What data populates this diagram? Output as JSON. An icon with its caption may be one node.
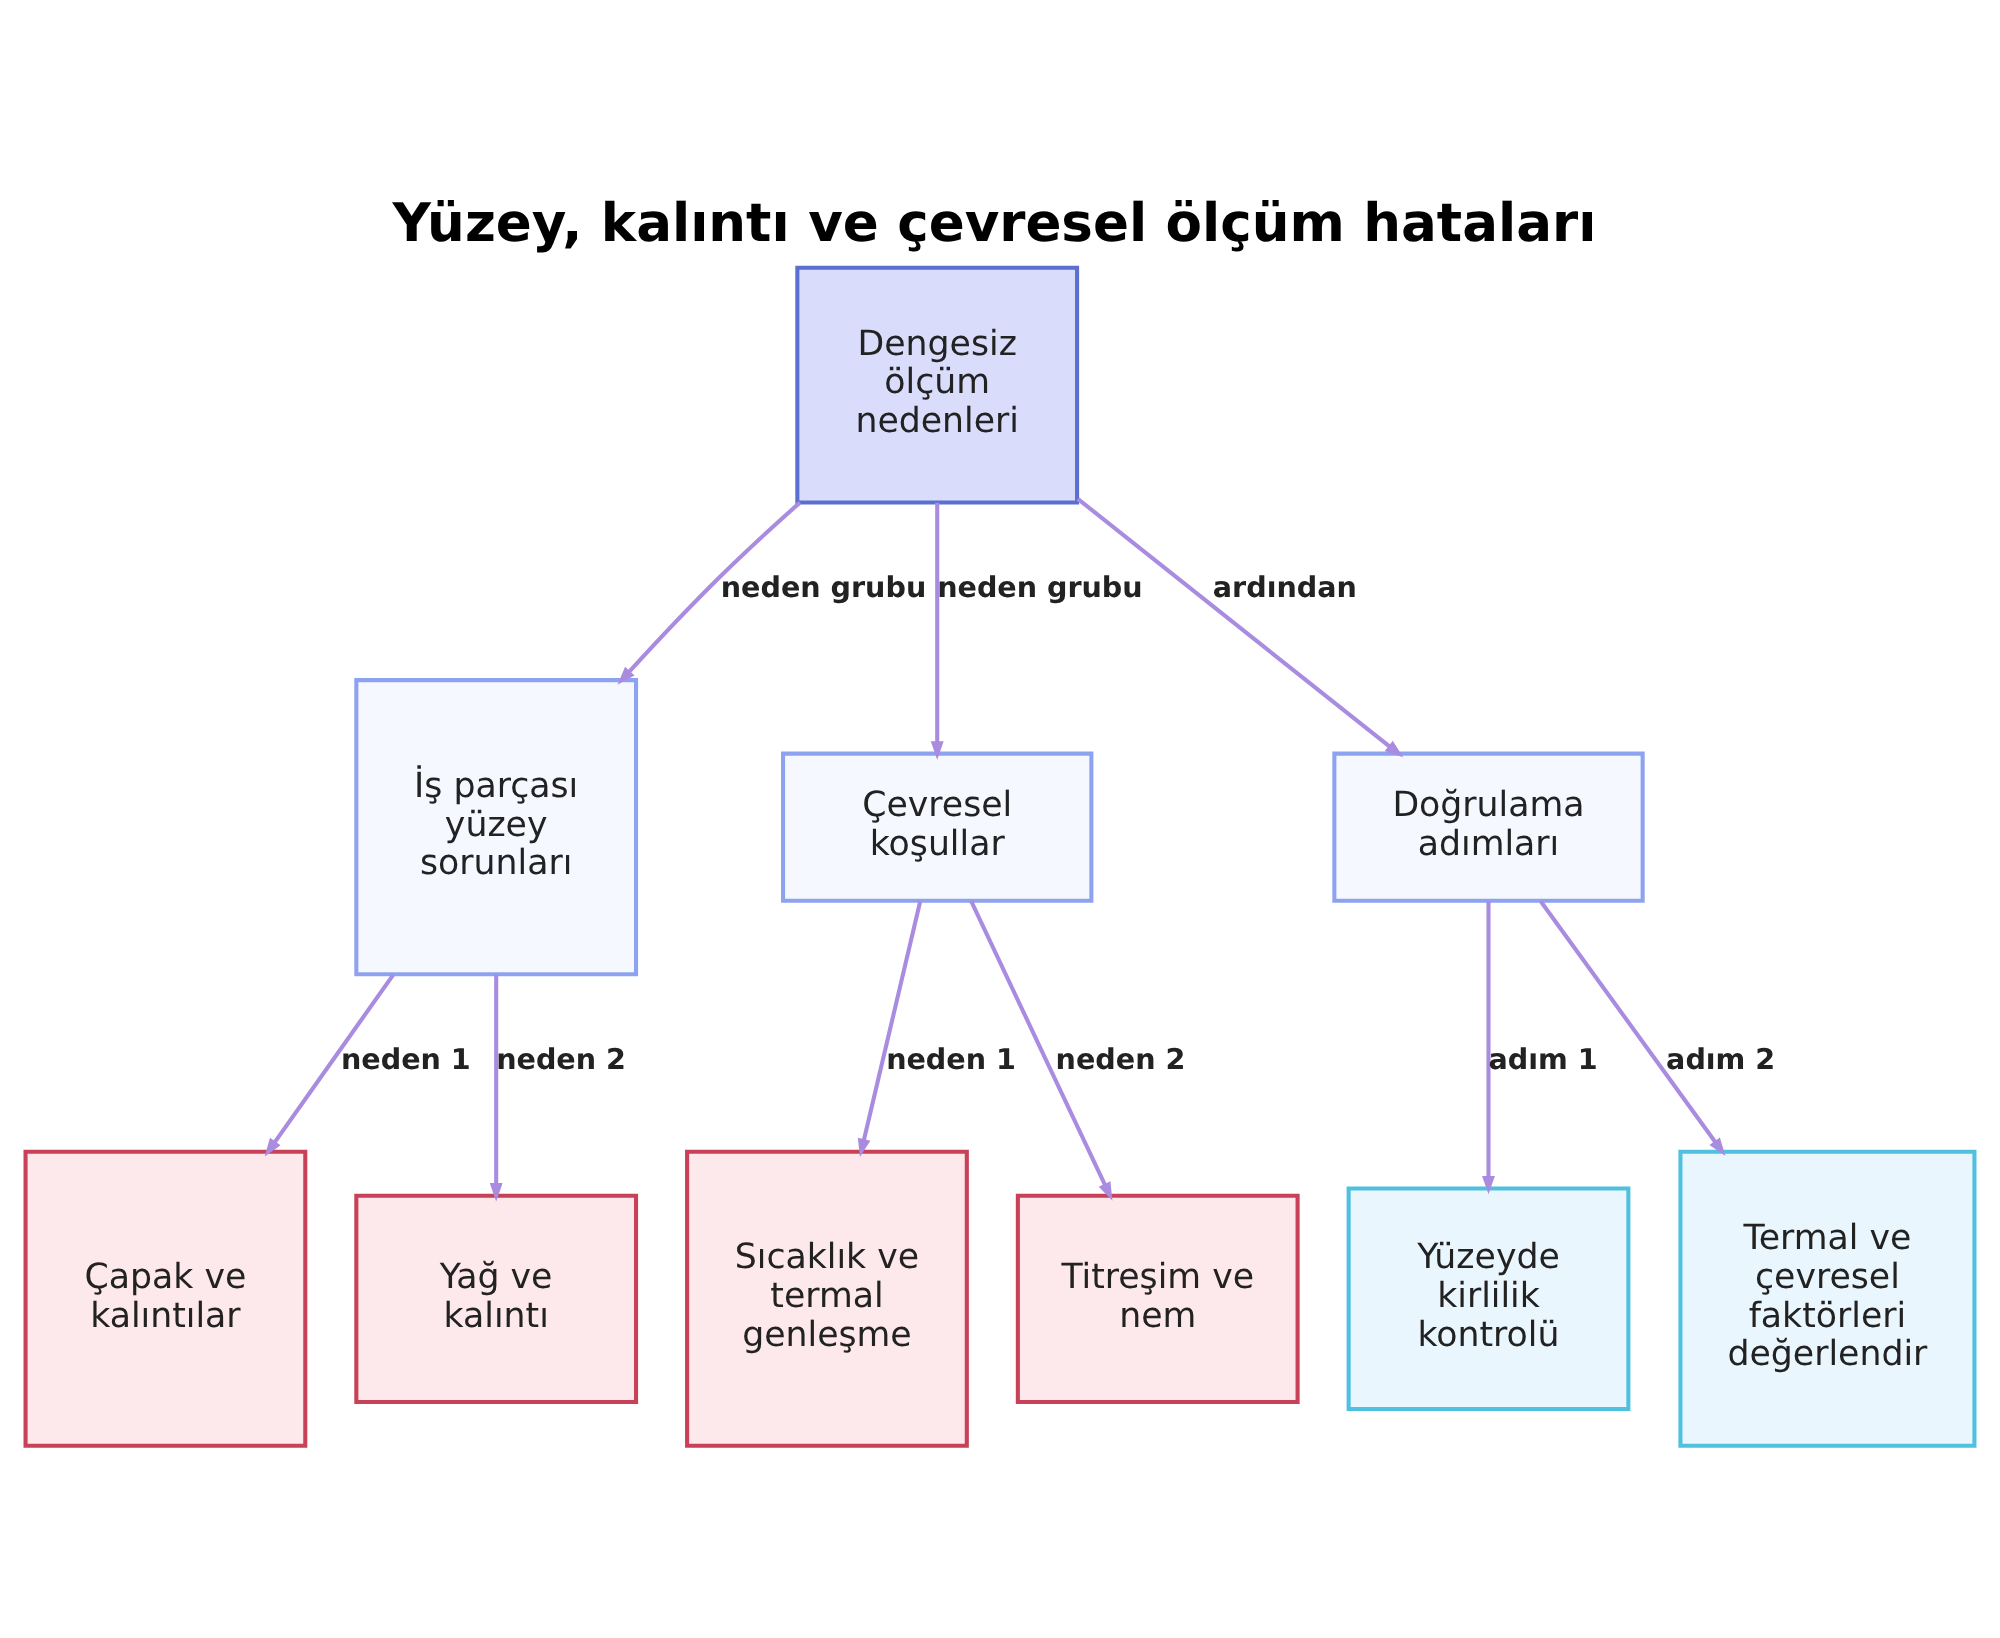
{
  "diagram": {
    "title": "Yüzey, kalıntı ve çevresel ölçüm hataları",
    "nodes": [
      {
        "text": [
          "Dengesiz ölçüm nedenleri"
        ]
      },
      {
        "text": [
          "İş parçası yüzey sorunları"
        ]
      },
      {
        "text": [
          "Çevresel koşullar"
        ]
      },
      {
        "text": [
          "Doğrulama adımları"
        ]
      },
      {
        "text": [
          "Çapak ve kalıntılar"
        ]
      },
      {
        "text": [
          "Yağ ve kalıntı"
        ]
      },
      {
        "text": [
          "Sıcaklık ve termal genleşme"
        ]
      },
      {
        "text": [
          "Titreşim ve nem"
        ]
      },
      {
        "text": [
          "Yüzeyde kirlilik kontrolü"
        ]
      },
      {
        "text": [
          "Termal ve çevresel faktörleri değerlendir"
        ]
      }
    ],
    "edges": [
      {
        "from": 0,
        "to": 1,
        "arrow": "to",
        "label": "neden grubu"
      },
      {
        "from": 0,
        "to": 2,
        "arrow": "to",
        "label": "neden grubu"
      },
      {
        "from": 0,
        "to": 3,
        "arrow": "to",
        "label": "ardından"
      },
      {
        "from": 1,
        "to": 4,
        "arrow": "to",
        "label": "neden 1"
      },
      {
        "from": 1,
        "to": 5,
        "arrow": "to",
        "label": "neden 2"
      },
      {
        "from": 2,
        "to": 6,
        "arrow": "to",
        "label": "neden 1"
      },
      {
        "from": 2,
        "to": 7,
        "arrow": "to",
        "label": "neden 2"
      },
      {
        "from": 3,
        "to": 8,
        "arrow": "to",
        "label": "adım 1"
      },
      {
        "from": 3,
        "to": 9,
        "arrow": "to",
        "label": "adım 2"
      }
    ]
  }
}
